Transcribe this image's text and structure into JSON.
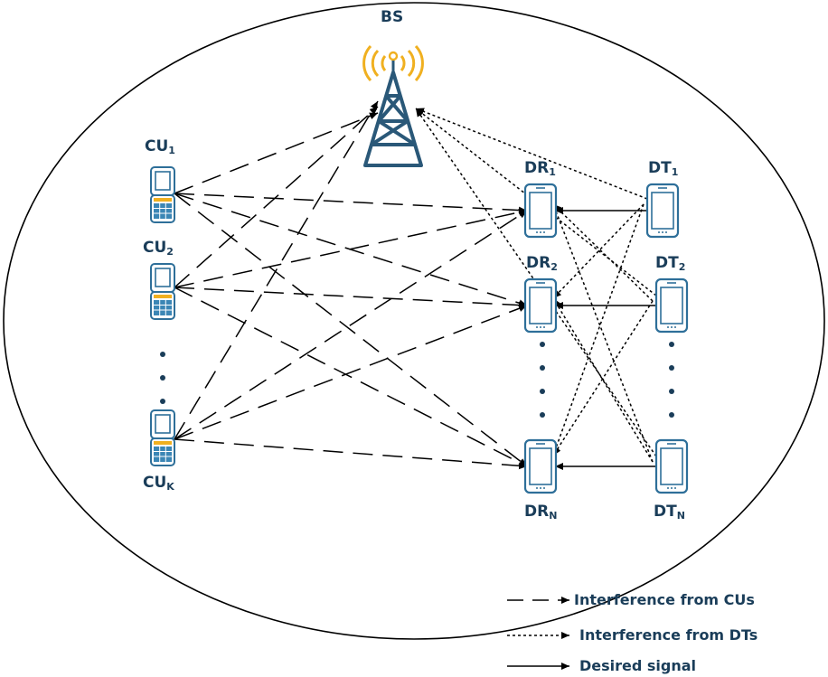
{
  "base_station": {
    "label": "BS"
  },
  "cellular_users": [
    {
      "name": "CU",
      "sub": "1"
    },
    {
      "name": "CU",
      "sub": "2"
    },
    {
      "name": "CU",
      "sub": "K"
    }
  ],
  "d2d_receivers": [
    {
      "name": "DR",
      "sub": "1"
    },
    {
      "name": "DR",
      "sub": "2"
    },
    {
      "name": "DR",
      "sub": "N"
    }
  ],
  "d2d_transmitters": [
    {
      "name": "DT",
      "sub": "1"
    },
    {
      "name": "DT",
      "sub": "2"
    },
    {
      "name": "DT",
      "sub": "N"
    }
  ],
  "legend": [
    {
      "style": "dashed",
      "label": "Interference from CUs"
    },
    {
      "style": "dotted",
      "label": "Interference from DTs"
    },
    {
      "style": "solid",
      "label": "Desired signal"
    }
  ],
  "colors": {
    "label": "#1a3d59",
    "device": "#2e6f99",
    "tower": "#2a5878",
    "signal_waves": "#f0b020",
    "keypad": "#3b86b5",
    "keypad_accent": "#f0b020",
    "line": "#000000"
  }
}
